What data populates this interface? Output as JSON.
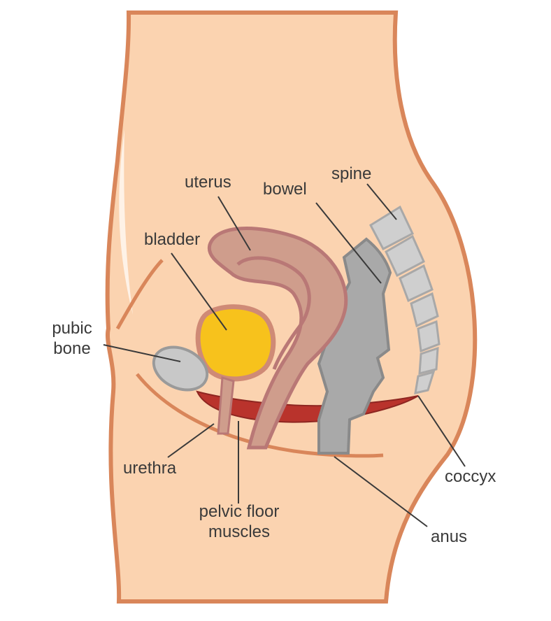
{
  "labels": {
    "uterus": "uterus",
    "bowel": "bowel",
    "spine": "spine",
    "bladder": "bladder",
    "pubic_bone_line1": "pubic",
    "pubic_bone_line2": "bone",
    "urethra": "urethra",
    "pelvic_floor_line1": "pelvic floor",
    "pelvic_floor_line2": "muscles",
    "coccyx": "coccyx",
    "anus": "anus"
  },
  "colors": {
    "skin": "#fbd3b0",
    "skin_outline": "#d9865a",
    "uterus": "#cf9d8c",
    "uterus_outline": "#b97876",
    "bladder": "#f7c21c",
    "bladder_outline": "#cf8a76",
    "bowel": "#a9a9a9",
    "bowel_outline": "#8a8a8a",
    "spine": "#cfcfcf",
    "muscle": "#b9332c",
    "bone": "#c8c8c8"
  }
}
